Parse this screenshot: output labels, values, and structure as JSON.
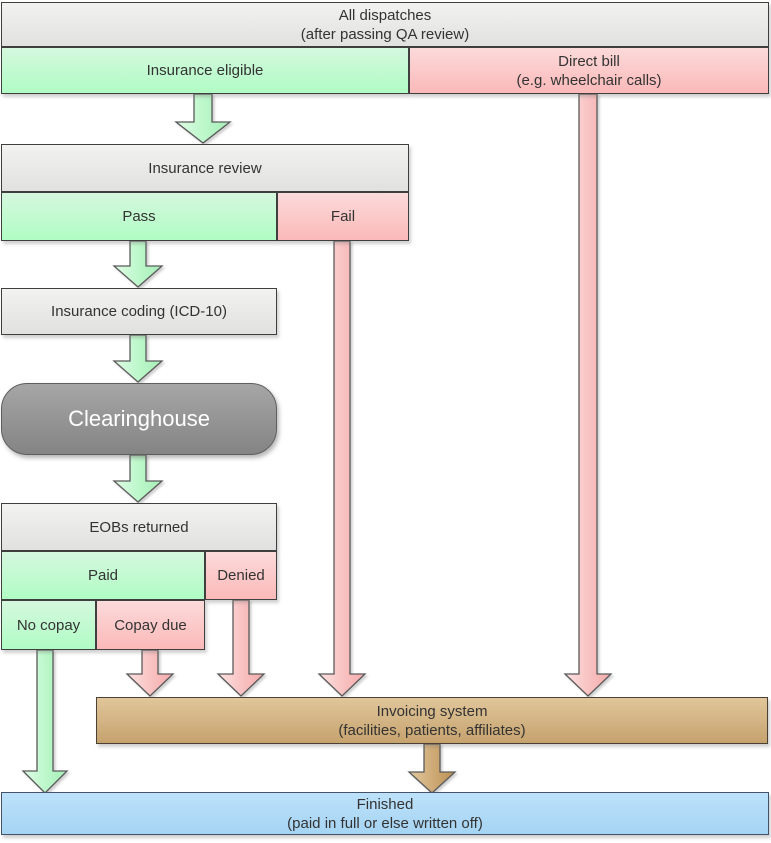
{
  "diagram": {
    "nodes": {
      "all_dispatches": {
        "line1": "All dispatches",
        "line2": "(after passing QA review)"
      },
      "insurance_eligible": {
        "label": "Insurance eligible"
      },
      "direct_bill": {
        "line1": "Direct bill",
        "line2": "(e.g. wheelchair calls)"
      },
      "insurance_review": {
        "label": "Insurance review"
      },
      "pass": {
        "label": "Pass"
      },
      "fail": {
        "label": "Fail"
      },
      "insurance_coding": {
        "label": "Insurance coding (ICD-10)"
      },
      "clearinghouse": {
        "label": "Clearinghouse"
      },
      "eobs_returned": {
        "label": "EOBs returned"
      },
      "paid": {
        "label": "Paid"
      },
      "denied": {
        "label": "Denied"
      },
      "no_copay": {
        "label": "No copay"
      },
      "copay_due": {
        "label": "Copay due"
      },
      "invoicing_system": {
        "line1": "Invoicing system",
        "line2": "(facilities, patients, affiliates)"
      },
      "finished": {
        "line1": "Finished",
        "line2": "(paid in full or else written off)"
      }
    },
    "edges": [
      {
        "from": "insurance_eligible",
        "to": "insurance_review",
        "color": "green"
      },
      {
        "from": "pass",
        "to": "insurance_coding",
        "color": "green"
      },
      {
        "from": "insurance_coding",
        "to": "clearinghouse",
        "color": "green"
      },
      {
        "from": "clearinghouse",
        "to": "eobs_returned",
        "color": "green"
      },
      {
        "from": "no_copay",
        "to": "finished",
        "color": "green"
      },
      {
        "from": "copay_due",
        "to": "invoicing_system",
        "color": "pink"
      },
      {
        "from": "denied",
        "to": "invoicing_system",
        "color": "pink"
      },
      {
        "from": "fail",
        "to": "invoicing_system",
        "color": "pink"
      },
      {
        "from": "direct_bill",
        "to": "invoicing_system",
        "color": "pink"
      },
      {
        "from": "invoicing_system",
        "to": "finished",
        "color": "tan"
      }
    ],
    "palette": {
      "header_gray": "#ececec",
      "success_green": "#b3fcc6",
      "fail_pink": "#fbbaba",
      "clearinghouse_gray": "#909090",
      "invoicing_tan": "#cfa873",
      "finished_blue": "#aed8f5",
      "border_dark": "#3f3f3f"
    }
  }
}
